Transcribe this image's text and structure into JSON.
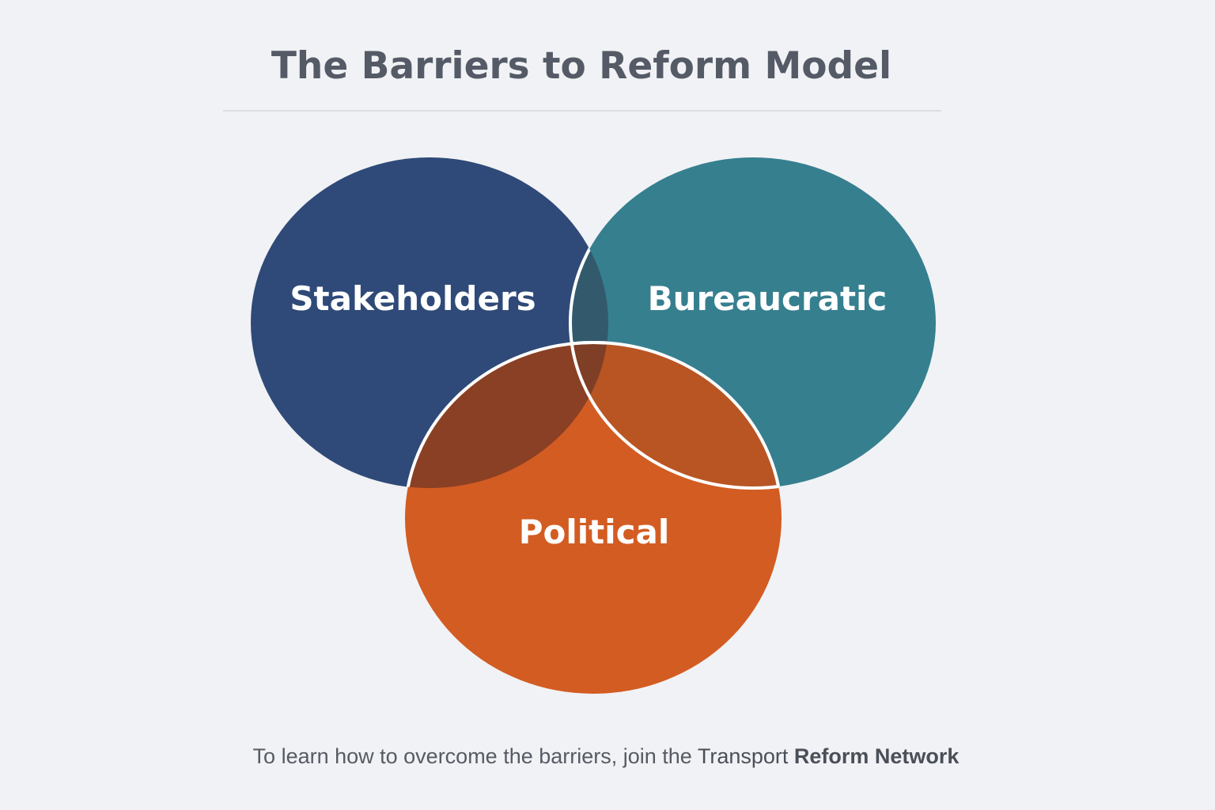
{
  "diagram": {
    "title": "The Barriers to Reform Model",
    "type": "venn",
    "sets": [
      {
        "label": "Stakeholders",
        "color": "#2f4a78"
      },
      {
        "label": "Bureaucratic",
        "color": "#367f8f"
      },
      {
        "label": "Political",
        "color": "#d35c22"
      }
    ],
    "overlap_colors": {
      "stakeholders_political": "#8a4024",
      "bureaucratic_political": "#b95523",
      "stakeholders_bureaucratic": "#335a6c"
    }
  },
  "footer": {
    "prefix": "To learn how to overcome the barriers, join the ",
    "link_part1": "Transport",
    "link_part2": "Reform Network"
  },
  "colors": {
    "background": "#f1f2f5",
    "title": "#555b66",
    "divider": "#dcdee3",
    "outline": "#ffffff"
  }
}
